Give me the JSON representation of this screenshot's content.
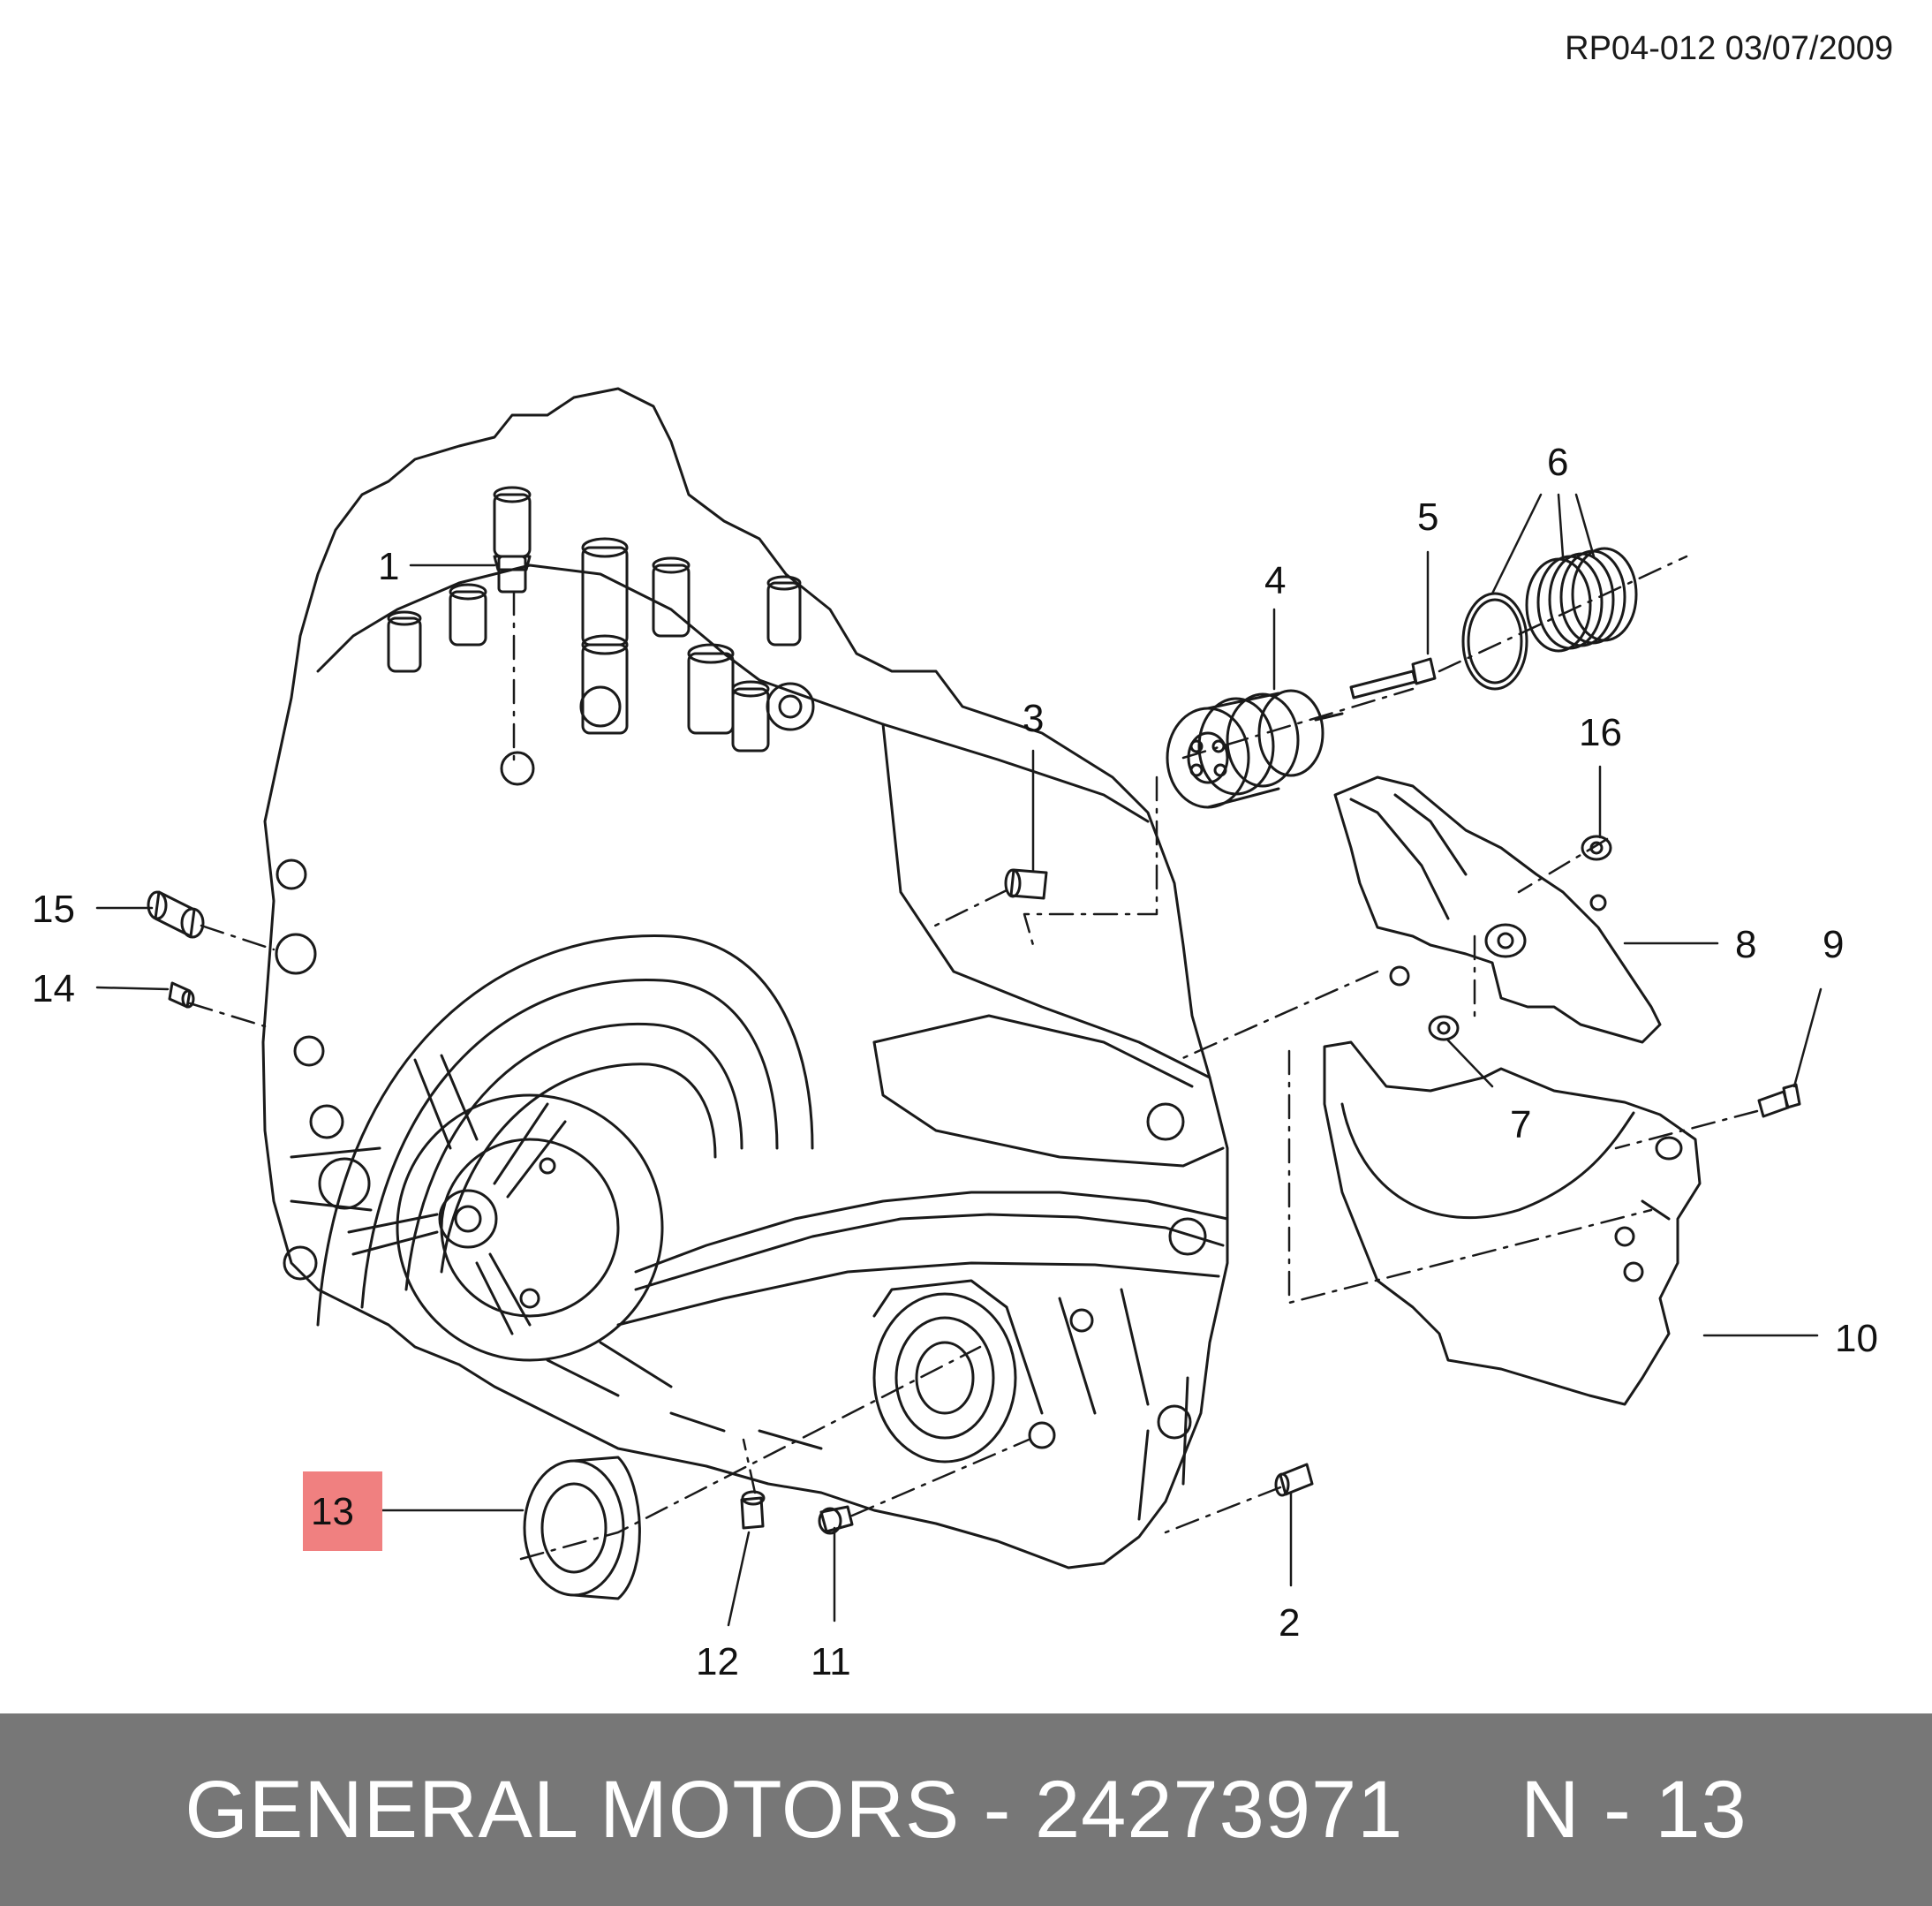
{
  "header": {
    "reference": "RP04-012 03/07/2009"
  },
  "callouts": [
    {
      "id": "1",
      "label": "1"
    },
    {
      "id": "2",
      "label": "2"
    },
    {
      "id": "3",
      "label": "3"
    },
    {
      "id": "4",
      "label": "4"
    },
    {
      "id": "5",
      "label": "5"
    },
    {
      "id": "6",
      "label": "6"
    },
    {
      "id": "7",
      "label": "7"
    },
    {
      "id": "8",
      "label": "8"
    },
    {
      "id": "9",
      "label": "9"
    },
    {
      "id": "10",
      "label": "10"
    },
    {
      "id": "11",
      "label": "11"
    },
    {
      "id": "12",
      "label": "12"
    },
    {
      "id": "13",
      "label": "13",
      "highlighted": true
    },
    {
      "id": "14",
      "label": "14"
    },
    {
      "id": "15",
      "label": "15"
    },
    {
      "id": "16",
      "label": "16"
    }
  ],
  "colors": {
    "highlight": "#f08080",
    "footer_bg": "#777777",
    "footer_text": "#ffffff",
    "line": "#1a1a1a"
  },
  "footer": {
    "text": "GENERAL MOTORS - 24273971     N - 13"
  }
}
